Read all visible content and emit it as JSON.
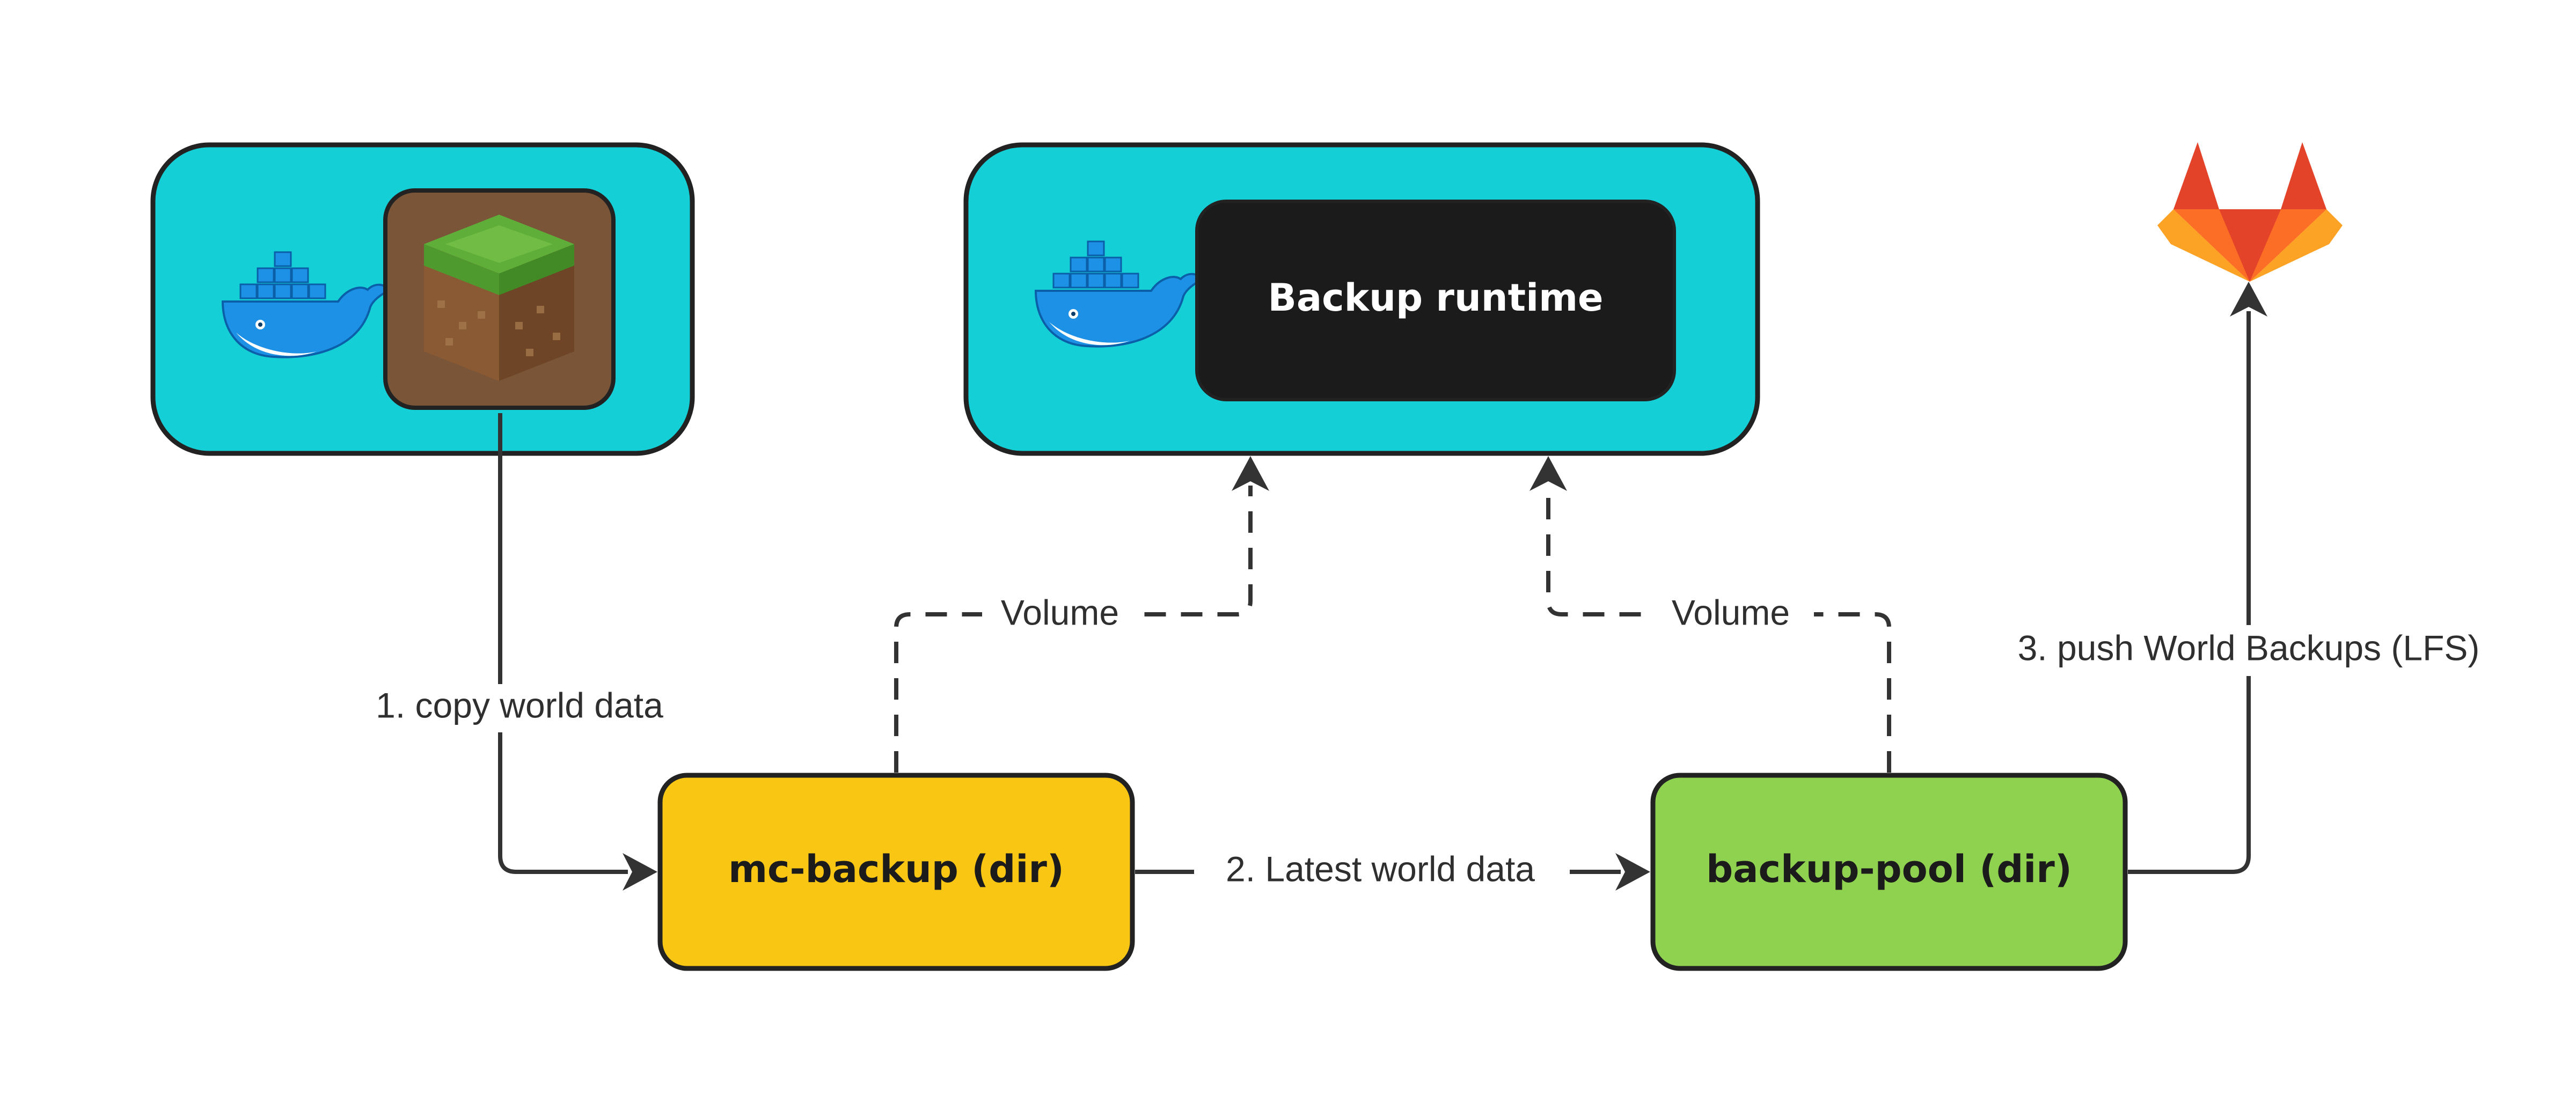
{
  "colors": {
    "container": "#14cfd6",
    "runtime": "#1b1b1b",
    "mc_backup": "#f9c613",
    "backup_pool": "#8fd24f",
    "dirt": "#7a5537",
    "grass": "#5fae3a",
    "stroke": "#222222",
    "docker": "#1d91e6",
    "gitlab_dark": "#e24329",
    "gitlab_mid": "#fc6d26",
    "gitlab_light": "#fca326"
  },
  "nodes": {
    "runtime": {
      "label": "Backup runtime"
    },
    "mc_backup": {
      "label": "mc-backup (dir)"
    },
    "backup_pool": {
      "label": "backup-pool (dir)"
    }
  },
  "edges": {
    "copy_world": {
      "label": "1. copy world data"
    },
    "latest_world": {
      "label": "2. Latest world data"
    },
    "push_backups": {
      "label": "3. push World Backups (LFS)"
    },
    "volume_left": {
      "label": "Volume"
    },
    "volume_right": {
      "label": "Volume"
    }
  },
  "icons": [
    "docker-whale-icon",
    "minecraft-grass-block-icon",
    "gitlab-fox-icon"
  ]
}
